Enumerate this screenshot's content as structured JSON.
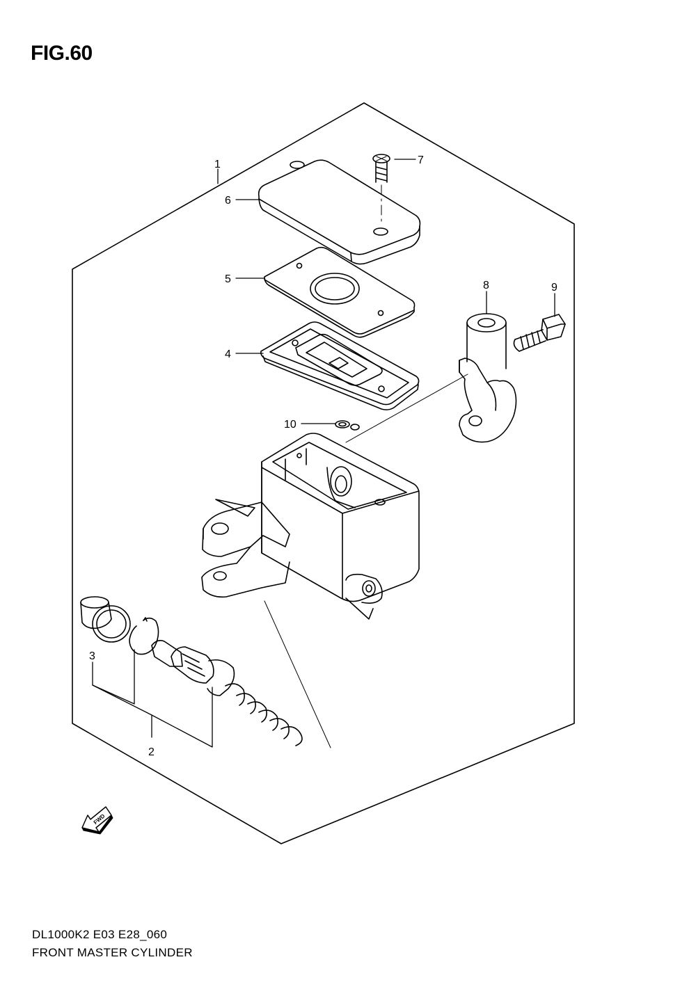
{
  "figure": {
    "title": "FIG.60"
  },
  "callouts": [
    {
      "id": "1",
      "label": "1"
    },
    {
      "id": "2",
      "label": "2"
    },
    {
      "id": "3",
      "label": "3"
    },
    {
      "id": "4",
      "label": "4"
    },
    {
      "id": "5",
      "label": "5"
    },
    {
      "id": "6",
      "label": "6"
    },
    {
      "id": "7",
      "label": "7"
    },
    {
      "id": "8",
      "label": "8"
    },
    {
      "id": "9",
      "label": "9"
    },
    {
      "id": "10",
      "label": "10"
    }
  ],
  "arrow": {
    "label": "FWD"
  },
  "footer": {
    "code": "DL1000K2 E03 E28_060",
    "name": "FRONT MASTER CYLINDER"
  }
}
